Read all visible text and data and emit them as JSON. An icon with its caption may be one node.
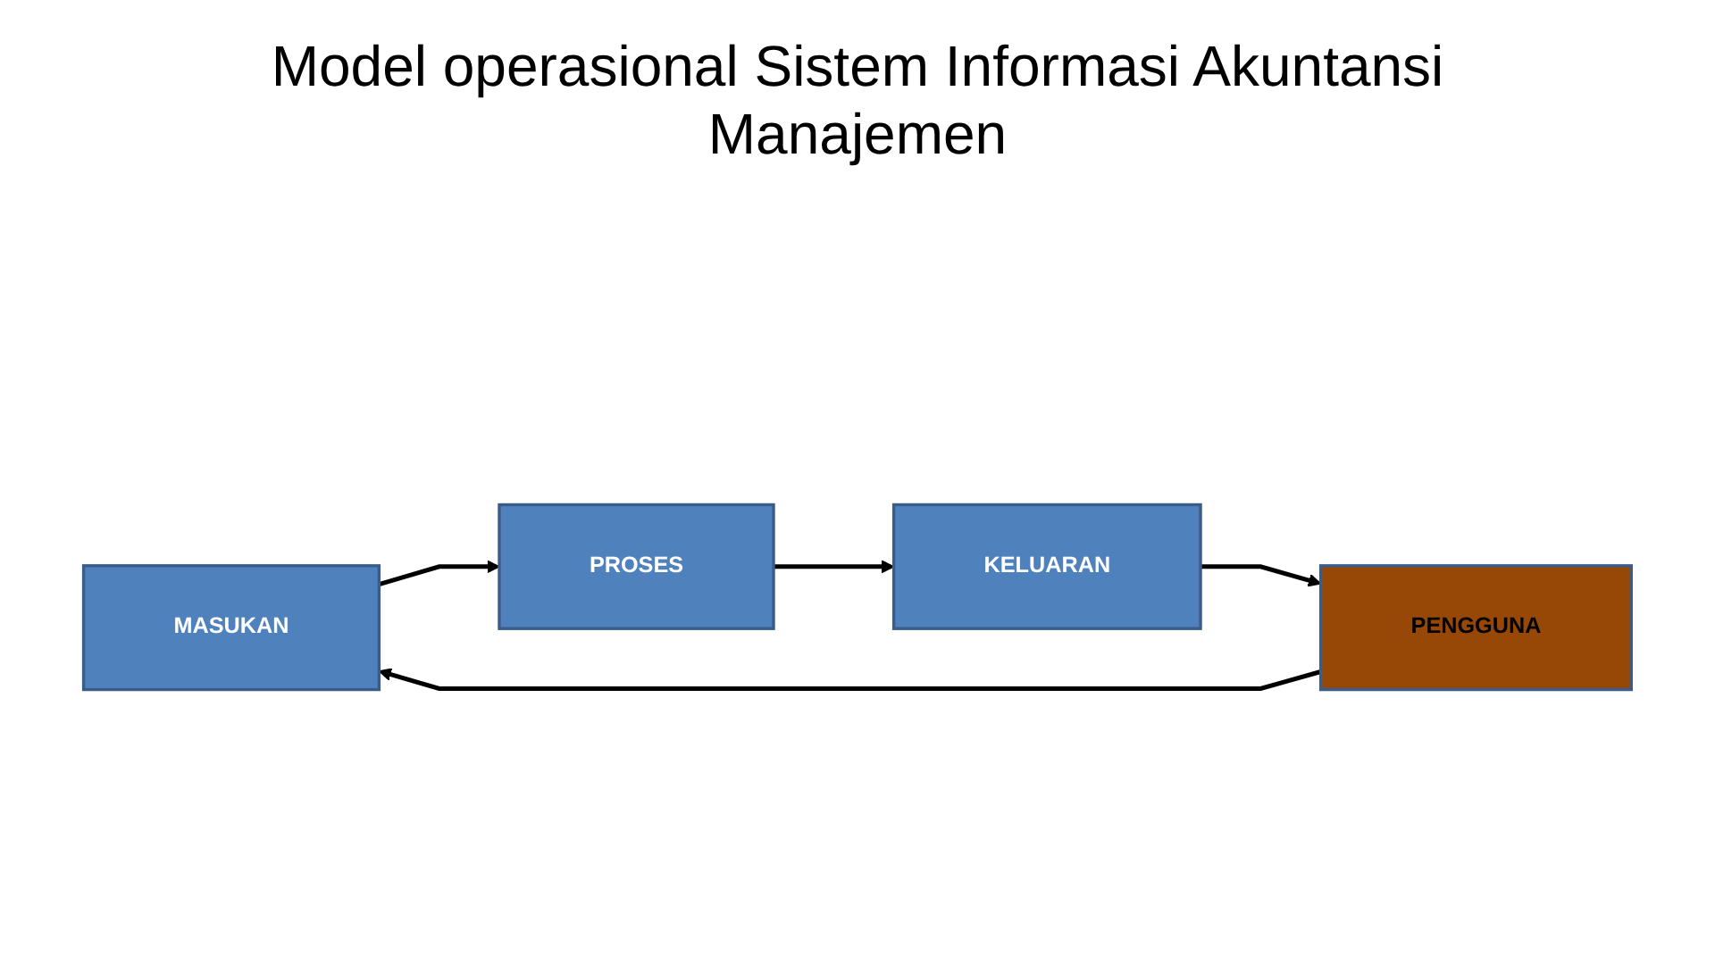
{
  "diagram": {
    "title": "Model operasional Sistem Informasi Akuntansi Manajemen",
    "nodes": [
      {
        "text": [
          "MASUKAN"
        ]
      },
      {
        "text": [
          "PROSES"
        ]
      },
      {
        "text": [
          "KELUARAN"
        ]
      },
      {
        "text": [
          "PENGGUNA"
        ]
      }
    ],
    "edges": [
      {
        "from": 0,
        "to": 1,
        "arrow": "to"
      },
      {
        "from": 1,
        "to": 2,
        "arrow": "to"
      },
      {
        "from": 2,
        "to": 3,
        "arrow": "to"
      },
      {
        "from": 3,
        "to": 0,
        "arrow": "to"
      }
    ]
  }
}
